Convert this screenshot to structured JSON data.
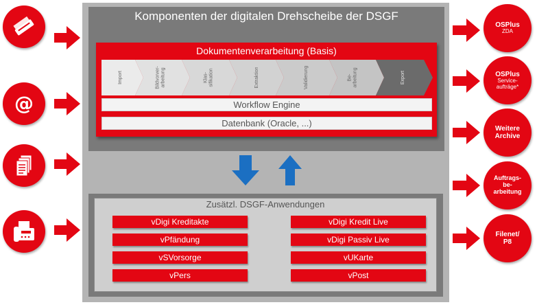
{
  "main_title": "Komponenten der digitalen Drehscheibe der DSGF",
  "basis": {
    "title": "Dokumentenverarbeitung (Basis)",
    "steps": [
      "Import",
      "Bildvorver-\narbeitung",
      "Klas-\nsifikation",
      "Extraktion",
      "Validierung",
      "Be-\narbeitung",
      "Export"
    ],
    "workflow": "Workflow Engine",
    "database": "Datenbank (Oracle, ...)"
  },
  "apps": {
    "title": "Zusätzl. DSGF-Anwendungen",
    "left": [
      "vDigi Kreditakte",
      "vPfändung",
      "vSVorsorge",
      "vPers"
    ],
    "right": [
      "vDigi Kredit Live",
      "vDigi Passiv Live",
      "vUKarte",
      "vPost"
    ]
  },
  "inputs": [
    "scanner-icon",
    "email-icon",
    "documents-icon",
    "fax-icon"
  ],
  "outputs": [
    {
      "main": "OSPlus",
      "sub": "ZDA"
    },
    {
      "main": "OSPlus",
      "sub": "Service-\naufträge*"
    },
    {
      "main": "Weitere\nArchive",
      "sub": ""
    },
    {
      "main": "Auftrags-\nbe-\narbeitung",
      "sub": ""
    },
    {
      "main": "Filenet/\nP8",
      "sub": ""
    }
  ],
  "colors": {
    "red": "#e30613",
    "grey_dark": "#7a7a7a",
    "grey_light": "#b4b4b4",
    "blue": "#1b6fc2"
  }
}
